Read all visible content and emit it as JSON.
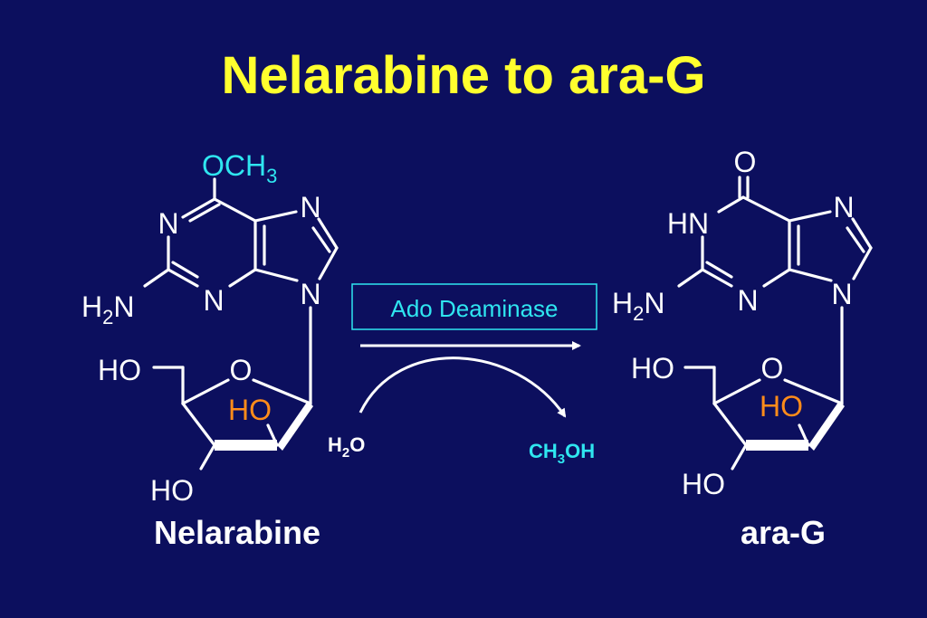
{
  "title": "Nelarabine  to  ara-G",
  "left_molecule": {
    "name": "Nelarabine",
    "substituent_och3": "OCH",
    "substituent_och3_sub": "3",
    "n1": "N",
    "n3": "N",
    "n7": "N",
    "n9": "N",
    "amine_h": "H",
    "amine_sub": "2",
    "amine_n": "N",
    "ho_top": "HO",
    "ring_o": "O",
    "ho_mid": "HO",
    "ho_bottom": "HO"
  },
  "right_molecule": {
    "name": "ara-G",
    "carbonyl_o": "O",
    "hn": "HN",
    "n3": "N",
    "n7": "N",
    "n9": "N",
    "amine_h": "H",
    "amine_sub": "2",
    "amine_n": "N",
    "ho_top": "HO",
    "ring_o": "O",
    "ho_mid": "HO",
    "ho_bottom": "HO"
  },
  "reaction": {
    "enzyme": "Ado Deaminase",
    "reactant_h": "H",
    "reactant_sub": "2",
    "reactant_o": "O",
    "product_ch": "CH",
    "product_sub": "3",
    "product_oh": "OH"
  },
  "colors": {
    "background": "#0c0f5e",
    "title": "#ffff2e",
    "cyan": "#2fe6f0",
    "orange": "#ff8c1a",
    "white": "#ffffff"
  }
}
